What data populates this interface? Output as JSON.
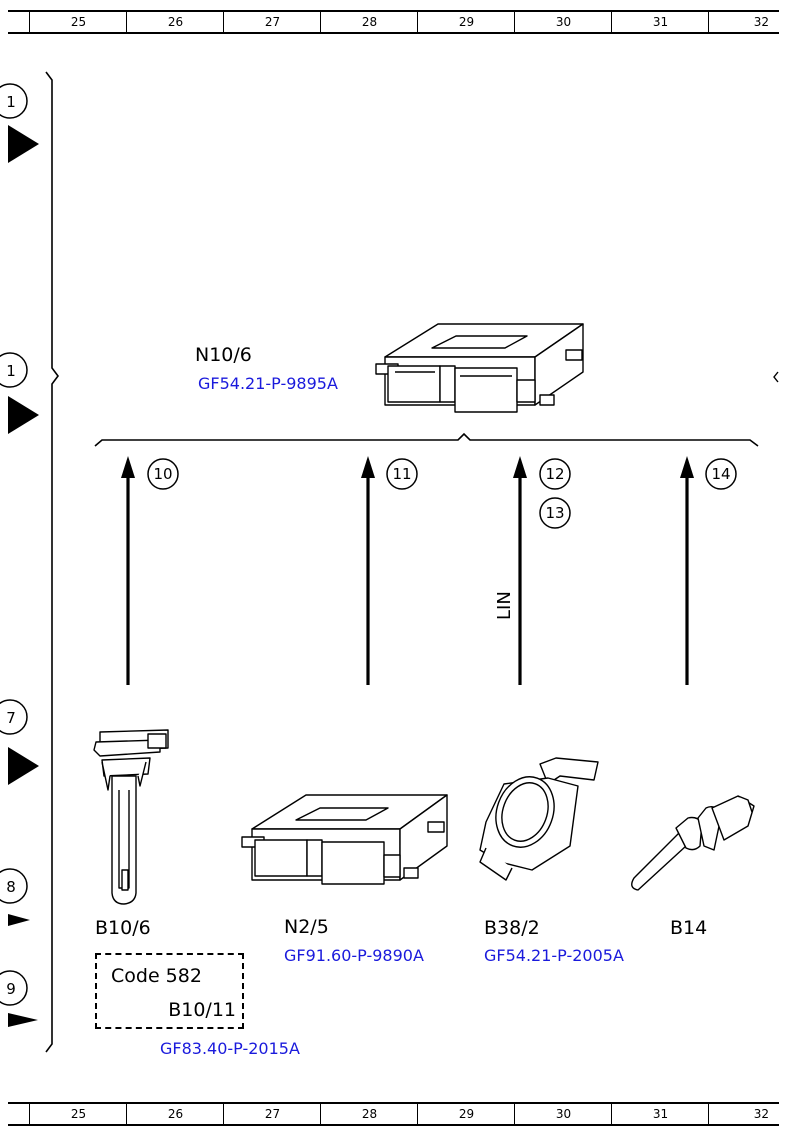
{
  "ruler": {
    "columns": [
      "25",
      "26",
      "27",
      "28",
      "29",
      "30",
      "31",
      "32"
    ]
  },
  "side_markers": [
    "1",
    "1",
    "7",
    "8",
    "9"
  ],
  "control_unit": {
    "id": "N10/6",
    "ref": "GF54.21-P-9895A"
  },
  "signals": [
    {
      "number": "10"
    },
    {
      "number": "11"
    },
    {
      "number": "12"
    },
    {
      "number": "13"
    },
    {
      "number": "14"
    }
  ],
  "bus_label": "LIN",
  "components": [
    {
      "id": "B10/6",
      "ref": ""
    },
    {
      "id": "N2/5",
      "ref": "GF91.60-P-9890A"
    },
    {
      "id": "B38/2",
      "ref": "GF54.21-P-2005A"
    },
    {
      "id": "B14",
      "ref": ""
    }
  ],
  "code_box": {
    "code": "Code 582",
    "component": "B10/11",
    "ref": "GF83.40-P-2015A"
  }
}
